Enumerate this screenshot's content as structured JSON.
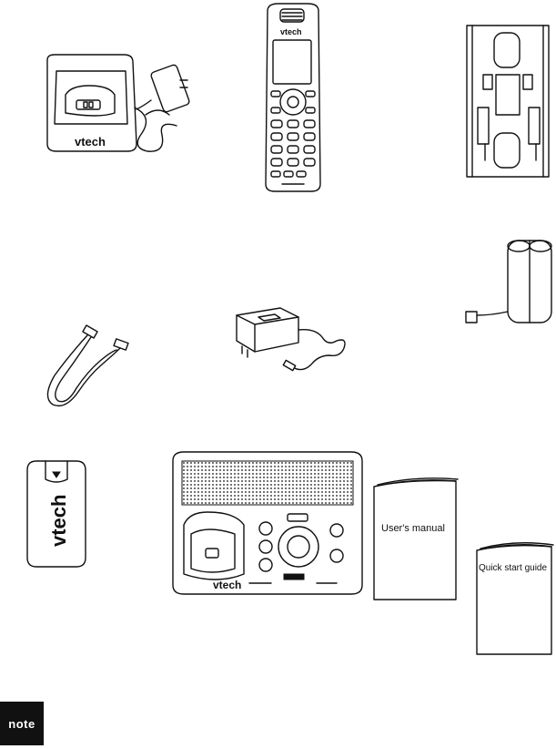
{
  "brand": "vtech",
  "booklets": {
    "users_manual": "User's manual",
    "quick_start": "Quick start guide"
  },
  "note_label": "note",
  "icons": [
    "charger-icon",
    "handset-icon",
    "wall-mount-bracket-icon",
    "phone-cord-icon",
    "power-adapter-icon",
    "battery-pack-icon",
    "battery-cover-icon",
    "telephone-base-icon",
    "user-manual-icon",
    "quick-start-guide-icon"
  ]
}
